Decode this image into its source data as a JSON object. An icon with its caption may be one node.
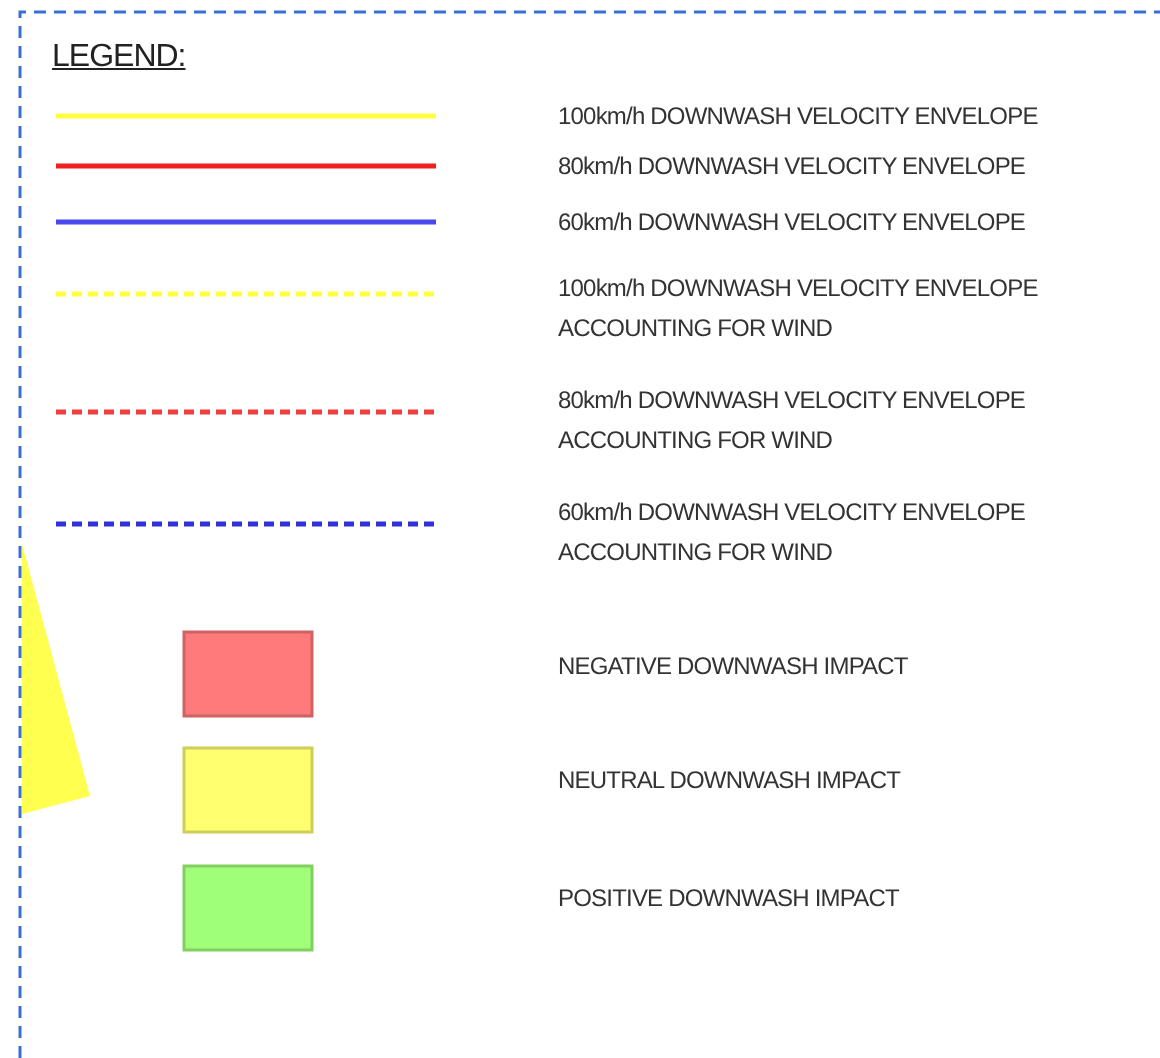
{
  "diagram": {
    "title": "LEGEND:",
    "nodes": [
      {
        "text": [],
        "shape": "triangle"
      }
    ],
    "legend": [
      {
        "text": "100km/h DOWNWASH VELOCITY ENVELOPE"
      },
      {
        "text": "80km/h DOWNWASH VELOCITY ENVELOPE"
      },
      {
        "text": "60km/h DOWNWASH VELOCITY ENVELOPE"
      },
      {
        "text": "100km/h DOWNWASH VELOCITY ENVELOPE ACCOUNTING FOR WIND"
      },
      {
        "text": "80km/h DOWNWASH VELOCITY ENVELOPE ACCOUNTING FOR WIND"
      },
      {
        "text": "60km/h DOWNWASH VELOCITY ENVELOPE ACCOUNTING FOR WIND"
      },
      {
        "text": "NEGATIVE DOWNWASH IMPACT",
        "color": "#ff7b7b"
      },
      {
        "text": "NEUTRAL DOWNWASH IMPACT",
        "color": "#ffff70"
      },
      {
        "text": "POSITIVE DOWNWASH IMPACT",
        "color": "#a0ff78"
      }
    ]
  }
}
